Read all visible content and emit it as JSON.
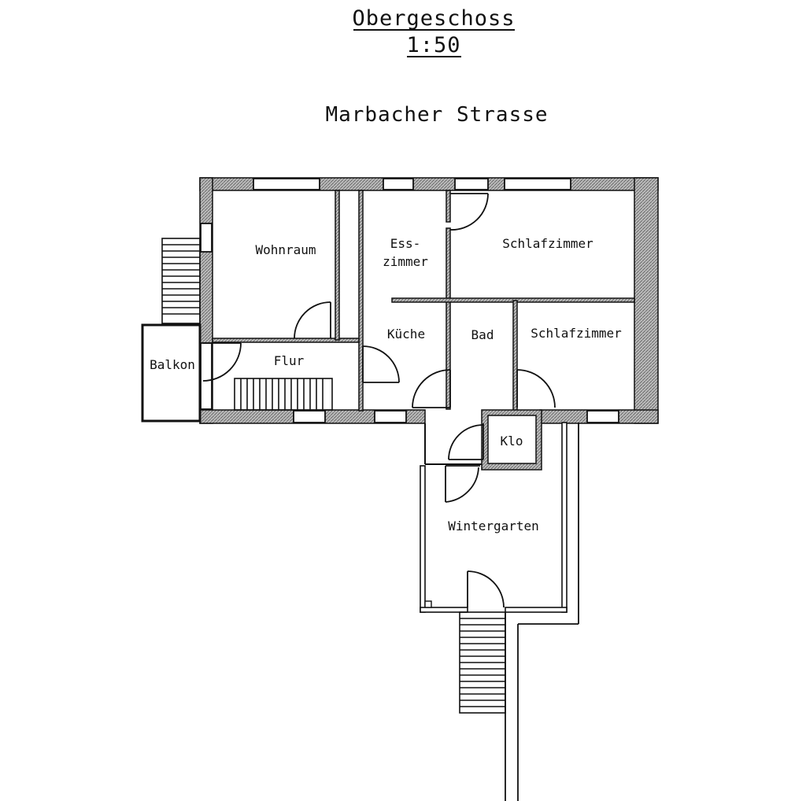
{
  "header": {
    "title": "Obergeschoss",
    "scale": "1:50",
    "street": "Marbacher Strasse"
  },
  "rooms": {
    "wohnraum": "Wohnraum",
    "esszimmer_1": "Ess-",
    "esszimmer_2": "zimmer",
    "schlafzimmer_1": "Schlafzimmer",
    "kueche": "Küche",
    "bad": "Bad",
    "schlafzimmer_2": "Schlafzimmer",
    "flur": "Flur",
    "balkon": "Balkon",
    "klo": "Klo",
    "wintergarten": "Wintergarten"
  }
}
